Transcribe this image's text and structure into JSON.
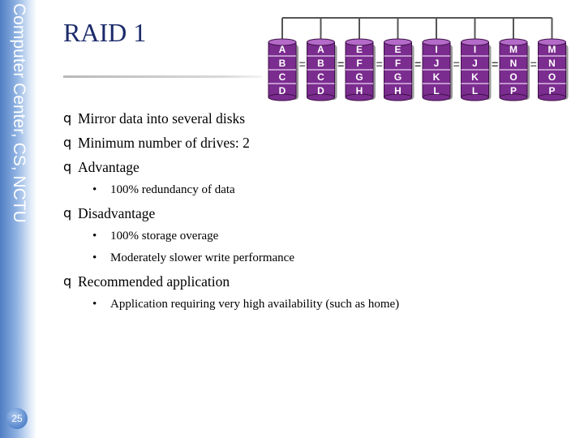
{
  "sidebar": {
    "text": "Computer Center, CS, NCTU"
  },
  "page_number": "25",
  "title": "RAID 1",
  "diagram": {
    "disks": [
      [
        "A",
        "B",
        "C",
        "D"
      ],
      [
        "A",
        "B",
        "C",
        "D"
      ],
      [
        "E",
        "F",
        "G",
        "H"
      ],
      [
        "E",
        "F",
        "G",
        "H"
      ],
      [
        "I",
        "J",
        "K",
        "L"
      ],
      [
        "I",
        "J",
        "K",
        "L"
      ],
      [
        "M",
        "N",
        "O",
        "P"
      ],
      [
        "M",
        "N",
        "O",
        "P"
      ]
    ],
    "mirror_symbol": "="
  },
  "bullets": {
    "b1": {
      "marker": "q",
      "text": "Mirror data into several disks"
    },
    "b2": {
      "marker": "q",
      "text": "Minimum number of drives: 2"
    },
    "b3": {
      "marker": "q",
      "text": "Advantage"
    },
    "b3_1": {
      "marker": "•",
      "text": "100% redundancy of data"
    },
    "b4": {
      "marker": "q",
      "text": "Disadvantage"
    },
    "b4_1": {
      "marker": "•",
      "text": "100% storage overage"
    },
    "b4_2": {
      "marker": "•",
      "text": "Moderately slower write performance"
    },
    "b5": {
      "marker": "q",
      "text": "Recommended application"
    },
    "b5_1": {
      "marker": "•",
      "text": "Application requiring very high availability (such as home)"
    }
  }
}
